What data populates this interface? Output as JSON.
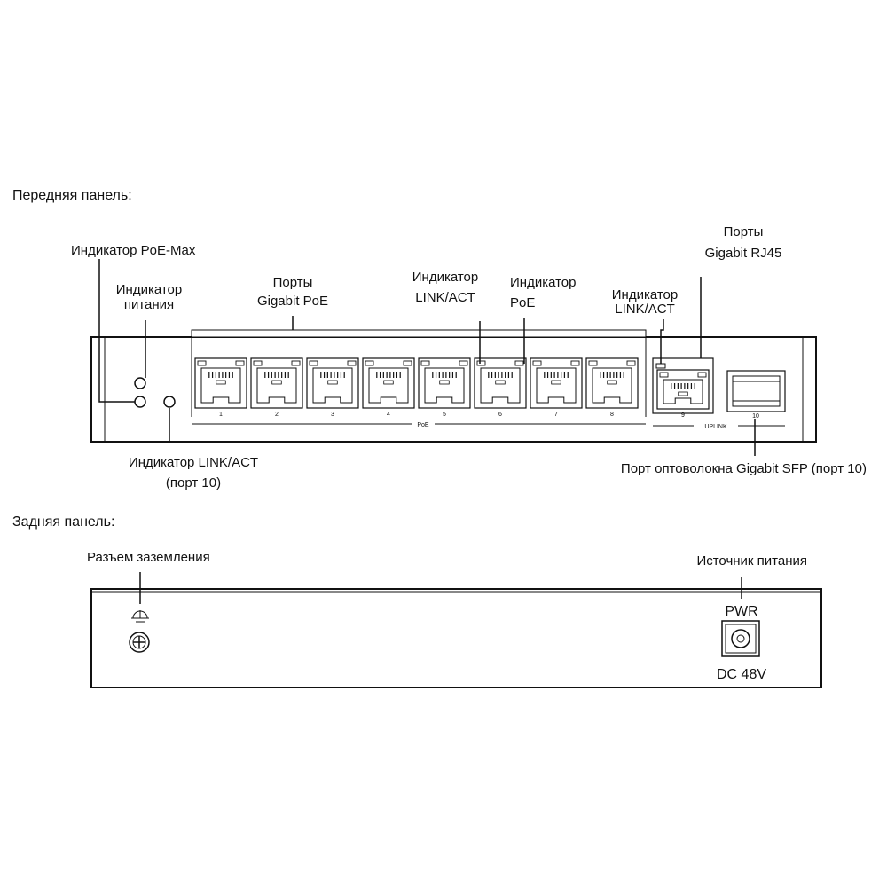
{
  "front": {
    "section_title": "Передняя панель:",
    "poe_max_indicator": "Индикатор PoE-Max",
    "power_indicator": [
      "Индикатор",
      "питания"
    ],
    "gigabit_poe_ports": [
      "Порты",
      "Gigabit PoE"
    ],
    "link_act_indicator": [
      "Индикатор",
      "LINK/ACT"
    ],
    "poe_indicator": [
      "Индикатор",
      "PoE"
    ],
    "link_act_indicator_uplink": [
      "Индикатор",
      "LINK/ACT"
    ],
    "gigabit_rj45_ports": [
      "Порты",
      "Gigabit RJ45"
    ],
    "link_act_port10": [
      "Индикатор LINK/ACT",
      "(порт 10)"
    ],
    "sfp_port": "Порт оптоволокна Gigabit SFP (порт 10)",
    "poe_port_numbers": [
      "1",
      "2",
      "3",
      "4",
      "5",
      "6",
      "7",
      "8"
    ],
    "uplink_rj45_number": "9",
    "sfp_number": "10",
    "poe_group_label": "PoE",
    "uplink_group_label": "UPLINK"
  },
  "rear": {
    "section_title": "Задняя панель:",
    "ground_connector": "Разъем заземления",
    "power_source": "Источник питания",
    "pwr_label": "PWR",
    "dc_label": "DC 48V"
  },
  "icons": {
    "rj45": "rj45-port-icon",
    "sfp": "sfp-cage-icon",
    "led": "led-indicator-icon",
    "ground": "ground-symbol-icon",
    "dc_jack": "dc-jack-icon"
  }
}
